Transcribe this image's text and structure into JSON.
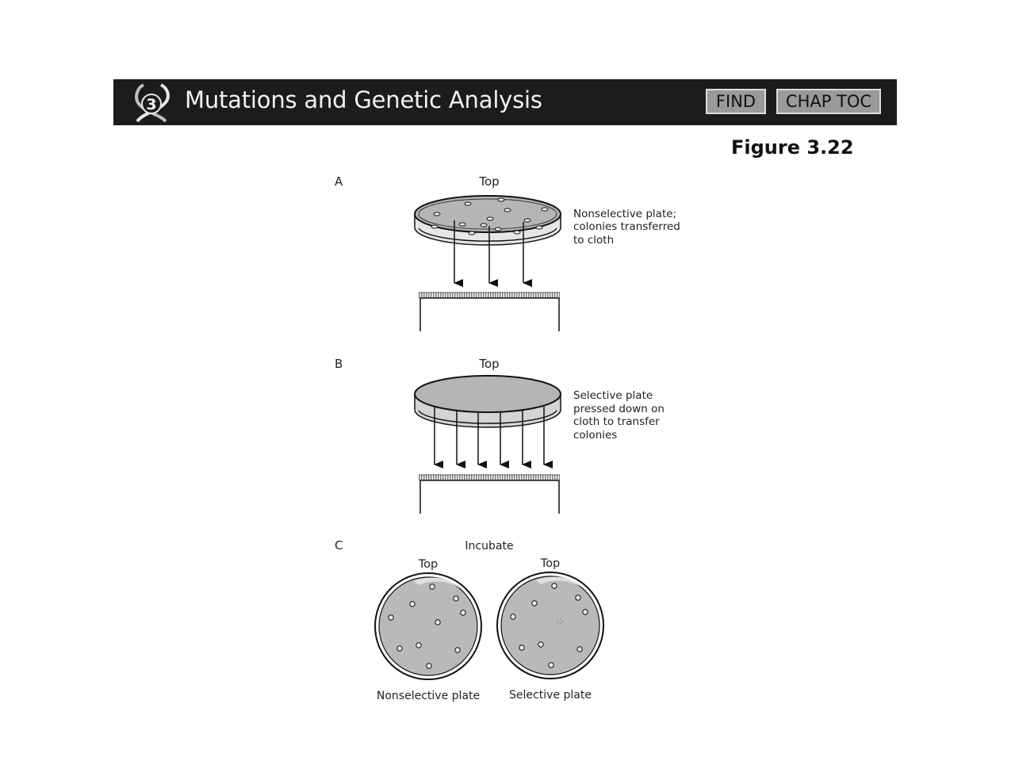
{
  "header": {
    "chapter_number": "3",
    "title": "Mutations and Genetic Analysis",
    "find_button": "FIND",
    "toc_button": "CHAP TOC"
  },
  "figure": {
    "label": "Figure 3.22"
  },
  "panel_a": {
    "letter": "A",
    "top": "Top",
    "note": [
      "Nonselective plate;",
      "colonies transferred",
      "to cloth"
    ]
  },
  "panel_b": {
    "letter": "B",
    "top": "Top",
    "note": [
      "Selective plate",
      "pressed down on",
      "cloth to transfer",
      "colonies"
    ]
  },
  "panel_c": {
    "letter": "C",
    "incubate": "Incubate",
    "left_plate": {
      "top": "Top",
      "caption": "Nonselective plate"
    },
    "right_plate": {
      "top": "Top",
      "caption": "Selective plate"
    }
  }
}
